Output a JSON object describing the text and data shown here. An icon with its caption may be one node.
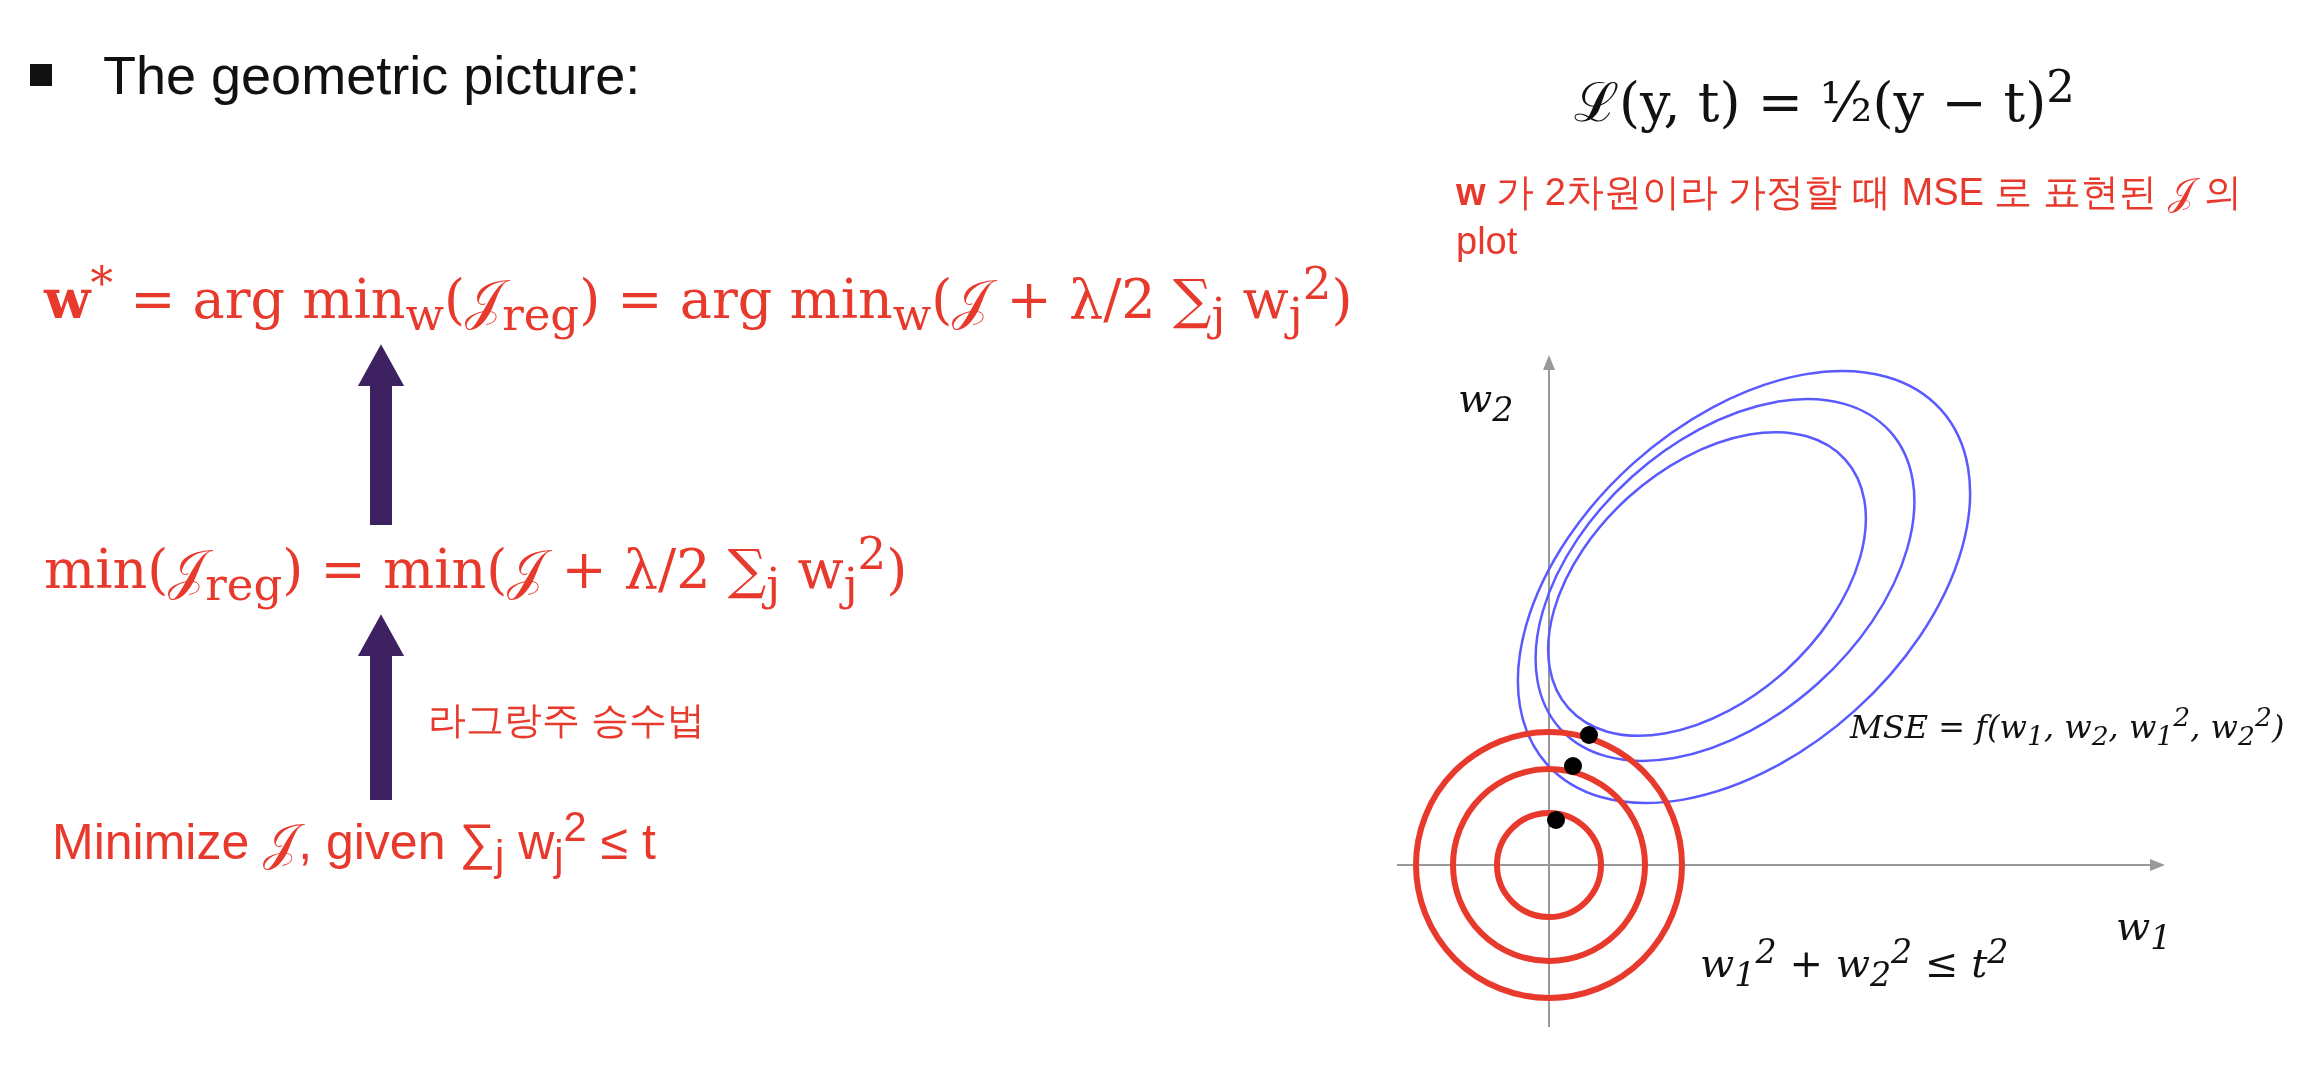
{
  "diagram": {
    "nodes": [
      {
        "text": [
          "**w**$^{*}$ = arg min$_{w}$(𝒥$_{reg}$) = arg min$_{w}$(𝒥 + λ/2 ∑$_{j}$ w$_{j}$$^{2}$)"
        ]
      },
      {
        "text": [
          "min(𝒥$_{reg}$) = min(𝒥 + λ/2 ∑$_{j}$ w$_{j}$$^{2}$)"
        ]
      },
      {
        "text": [
          "Minimize 𝒥, given ∑$_{j}$ w$_{j}$$^{2}$ ≤ t"
        ]
      }
    ],
    "edges": [
      {
        "from": 1,
        "to": 0,
        "arrow": "to"
      },
      {
        "from": 2,
        "to": 1,
        "arrow": "to",
        "label": "라그랑주 승수법"
      }
    ],
    "labels": [
      "The geometric picture:",
      "ℒ(y, t) = ½(y − t)$^{2}$",
      "**w** 가 2차원이라 가정할 때 MSE 로 표현된 𝒥 의 plot",
      "w$_{2}$",
      "w$_{1}$",
      "MSE = f(w$_{1}$, w$_{2}$, w$_{1}$$^{2}$, w$_{2}$$^{2}$)",
      "w$_{1}$$^{2}$ + w$_{2}$$^{2}$ ≤ t$^{2}$"
    ]
  }
}
